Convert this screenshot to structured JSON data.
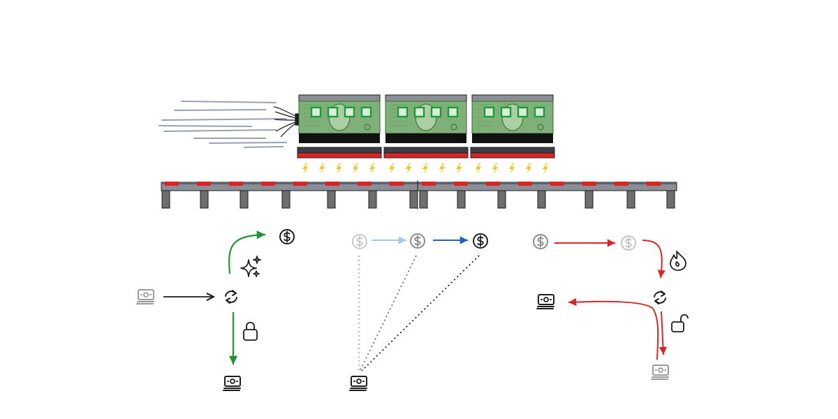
{
  "colors": {
    "ink": "#1c1c1c",
    "bill_green": "#7fb07a",
    "bill_green_dark": "#2f6b2a",
    "window_green": "#1f9a3a",
    "rail_red": "#e02222",
    "rail_gray": "#6e6e6e",
    "track_gray": "#8a8e96",
    "spark_yellow": "#f2c40f",
    "flow_green": "#239137",
    "flow_blue": "#1f5fc7",
    "flow_blue_faded": "#a9c7ee",
    "flow_red": "#d62626",
    "faded_gray": "#b8b8b8"
  },
  "illustration": {
    "subject": "money-train-on-rail",
    "cars": 3,
    "windows_per_car": 4,
    "sparks_per_car": 5
  },
  "diagrams": [
    {
      "id": "green-flow",
      "icons": [
        "banknote-icon-faded",
        "refresh-icon",
        "dollar-coin-icon",
        "sparkle-icon",
        "lock-icon",
        "banknote-icon"
      ]
    },
    {
      "id": "blue-flow",
      "icons": [
        "dollar-coin-icon-faded",
        "dollar-coin-icon-mid",
        "dollar-coin-icon",
        "banknote-icon"
      ]
    },
    {
      "id": "red-flow",
      "icons": [
        "dollar-coin-icon",
        "dollar-coin-icon-faded",
        "fire-icon",
        "refresh-icon",
        "banknote-icon",
        "unlock-icon",
        "banknote-icon-faded"
      ]
    }
  ]
}
